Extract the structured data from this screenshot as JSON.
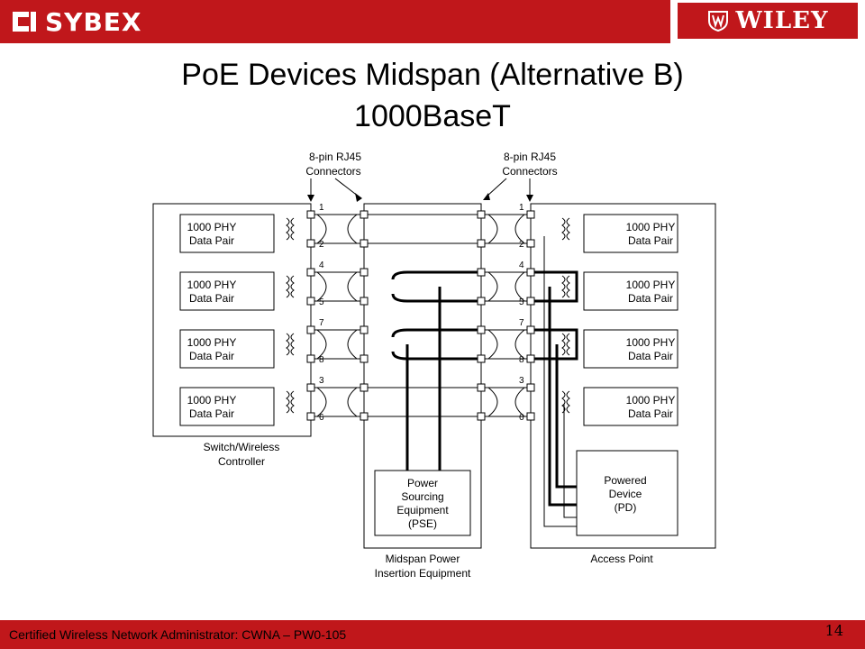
{
  "header": {
    "left_logo_text": "SYBEX",
    "right_logo_text": "WILEY",
    "brand_color": "#c0171b"
  },
  "slide": {
    "title_line1": "PoE Devices Midspan (Alternative B)",
    "title_line2": "1000BaseT"
  },
  "diagram": {
    "connector_label_left": [
      "8-pin RJ45",
      "Connectors"
    ],
    "connector_label_right": [
      "8-pin RJ45",
      "Connectors"
    ],
    "phy_label": [
      "1000 PHY",
      "Data Pair"
    ],
    "pins": [
      "1",
      "2",
      "4",
      "5",
      "7",
      "8",
      "3",
      "6"
    ],
    "switch_label": [
      "Switch/Wireless",
      "Controller"
    ],
    "pse_label": [
      "Power",
      "Sourcing",
      "Equipment",
      "(PSE)"
    ],
    "midspan_label": [
      "Midspan Power",
      "Insertion Equipment"
    ],
    "pd_label": [
      "Powered",
      "Device",
      "(PD)"
    ],
    "ap_label": "Access Point"
  },
  "footer": {
    "text": "Certified Wireless Network Administrator: CWNA – PW0-105",
    "page_number": "14"
  }
}
